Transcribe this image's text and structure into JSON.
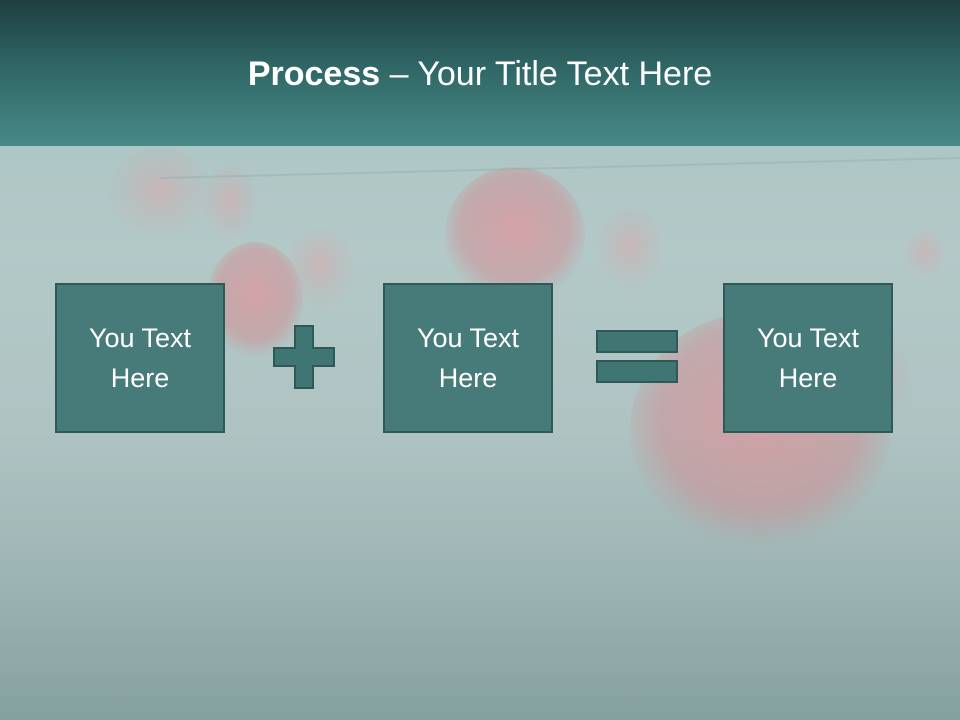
{
  "slide": {
    "title_bold": "Process",
    "title_rest": " – Your Title Text Here"
  },
  "boxes": [
    {
      "text": "You Text\nHere"
    },
    {
      "text": "You Text\nHere"
    },
    {
      "text": "You Text\nHere"
    }
  ],
  "operators": [
    "plus-icon",
    "equals-icon"
  ],
  "colors": {
    "header_dark": "#1f3e40",
    "header_light": "#478a87",
    "box_fill": "#467b79",
    "box_border": "#2f5957",
    "operator_fill": "#3f7674",
    "text": "#ffffff"
  }
}
